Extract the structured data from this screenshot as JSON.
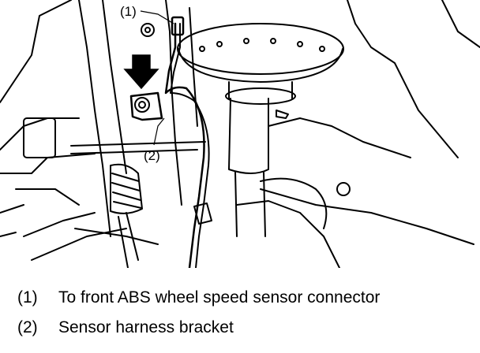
{
  "diagram": {
    "callouts": [
      {
        "id": "1",
        "label": "(1)"
      },
      {
        "id": "2",
        "label": "(2)"
      }
    ]
  },
  "legend": [
    {
      "number": "(1)",
      "text": "To front ABS wheel speed sensor connector"
    },
    {
      "number": "(2)",
      "text": "Sensor harness bracket"
    }
  ],
  "colors": {
    "line": "#000000",
    "background": "#ffffff",
    "arrow": "#000000"
  }
}
